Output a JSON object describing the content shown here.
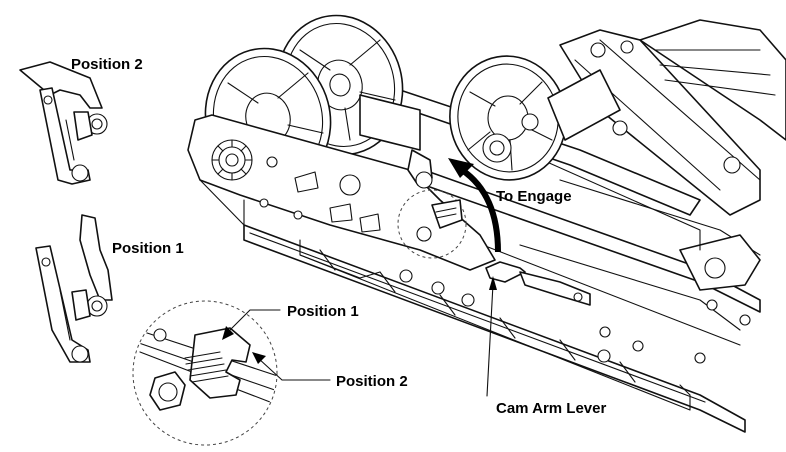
{
  "labels": {
    "position2_top": "Position 2",
    "position1_left": "Position 1",
    "to_engage": "To Engage",
    "detail_position1": "Position 1",
    "detail_position2": "Position 2",
    "cam_arm_lever": "Cam Arm Lever"
  },
  "colors": {
    "line": "#111111",
    "background": "#ffffff",
    "arrow": "#000000"
  }
}
